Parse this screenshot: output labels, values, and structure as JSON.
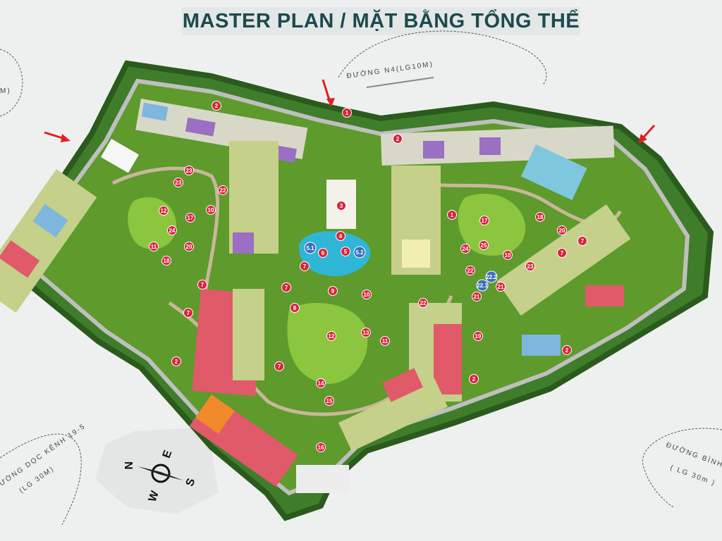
{
  "title": "MASTER PLAN / MẶT BẰNG TỔNG THỂ",
  "roads": {
    "north": "ĐƯỜNG N4(LG10M)",
    "top_left": "M)",
    "south_west_1": "ƯỜNG DỌC KÊNH 19-5",
    "south_west_2": "(LG 30M)",
    "south_east_1": "ĐƯỜNG BÌNH L",
    "south_east_2": "( LG 30m )"
  },
  "compass": {
    "n": "N",
    "e": "E",
    "s": "S",
    "w": "W"
  },
  "colors": {
    "accent": "#d8243c",
    "title": "#1c4a4e",
    "grass": "#5e9a2c",
    "tree": "#2f6b21",
    "path": "#c9b79a"
  },
  "markers": [
    "1",
    "2",
    "2",
    "3",
    "4",
    "5",
    "5.1",
    "5.2",
    "6",
    "7",
    "8",
    "9",
    "10",
    "11",
    "12",
    "13",
    "14",
    "15",
    "16",
    "7",
    "7",
    "2",
    "2",
    "2",
    "17",
    "18",
    "19",
    "20",
    "21",
    "22",
    "23",
    "24",
    "25",
    "10",
    "12",
    "11",
    "24",
    "20",
    "17",
    "10",
    "22",
    "23",
    "23",
    "18",
    "7",
    "7",
    "1",
    "7",
    "7",
    "21",
    "22",
    "22.1",
    "22.2"
  ]
}
